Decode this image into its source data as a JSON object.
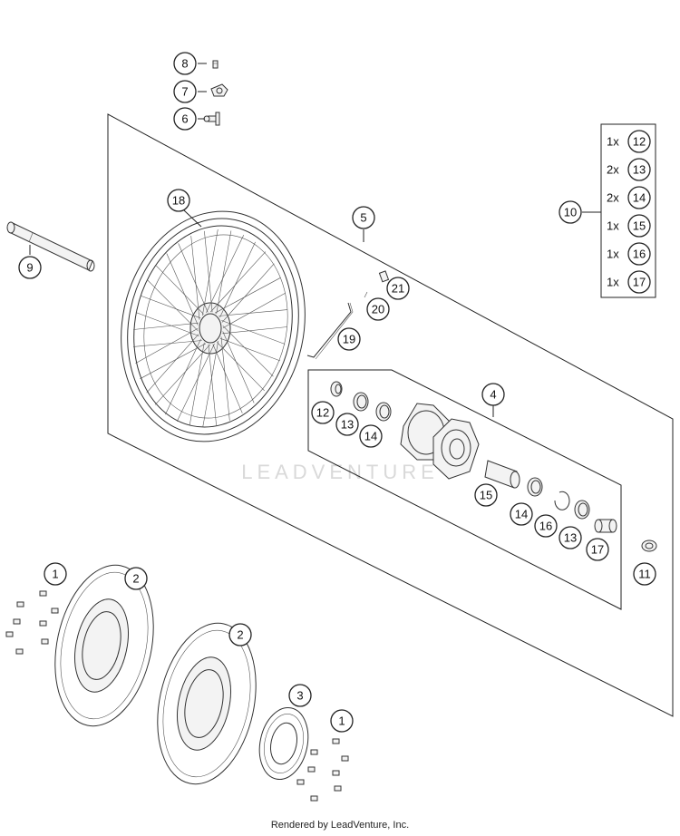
{
  "callouts": {
    "c1a": "1",
    "c1b": "1",
    "c2a": "2",
    "c2b": "2",
    "c3": "3",
    "c4": "4",
    "c5": "5",
    "c6": "6",
    "c7": "7",
    "c8": "8",
    "c9": "9",
    "c10": "10",
    "c11": "11",
    "c12a": "12",
    "c13a": "13",
    "c13b": "13",
    "c14a": "14",
    "c14b": "14",
    "c15": "15",
    "c16": "16",
    "c17": "17",
    "c18": "18",
    "c19": "19",
    "c20": "20",
    "c21": "21"
  },
  "kit_contents": [
    {
      "qty": "1x",
      "part": "12"
    },
    {
      "qty": "2x",
      "part": "13"
    },
    {
      "qty": "2x",
      "part": "14"
    },
    {
      "qty": "1x",
      "part": "15"
    },
    {
      "qty": "1x",
      "part": "16"
    },
    {
      "qty": "1x",
      "part": "17"
    }
  ],
  "watermark": "LEADVENTURE",
  "footer": "Rendered by LeadVenture, Inc."
}
